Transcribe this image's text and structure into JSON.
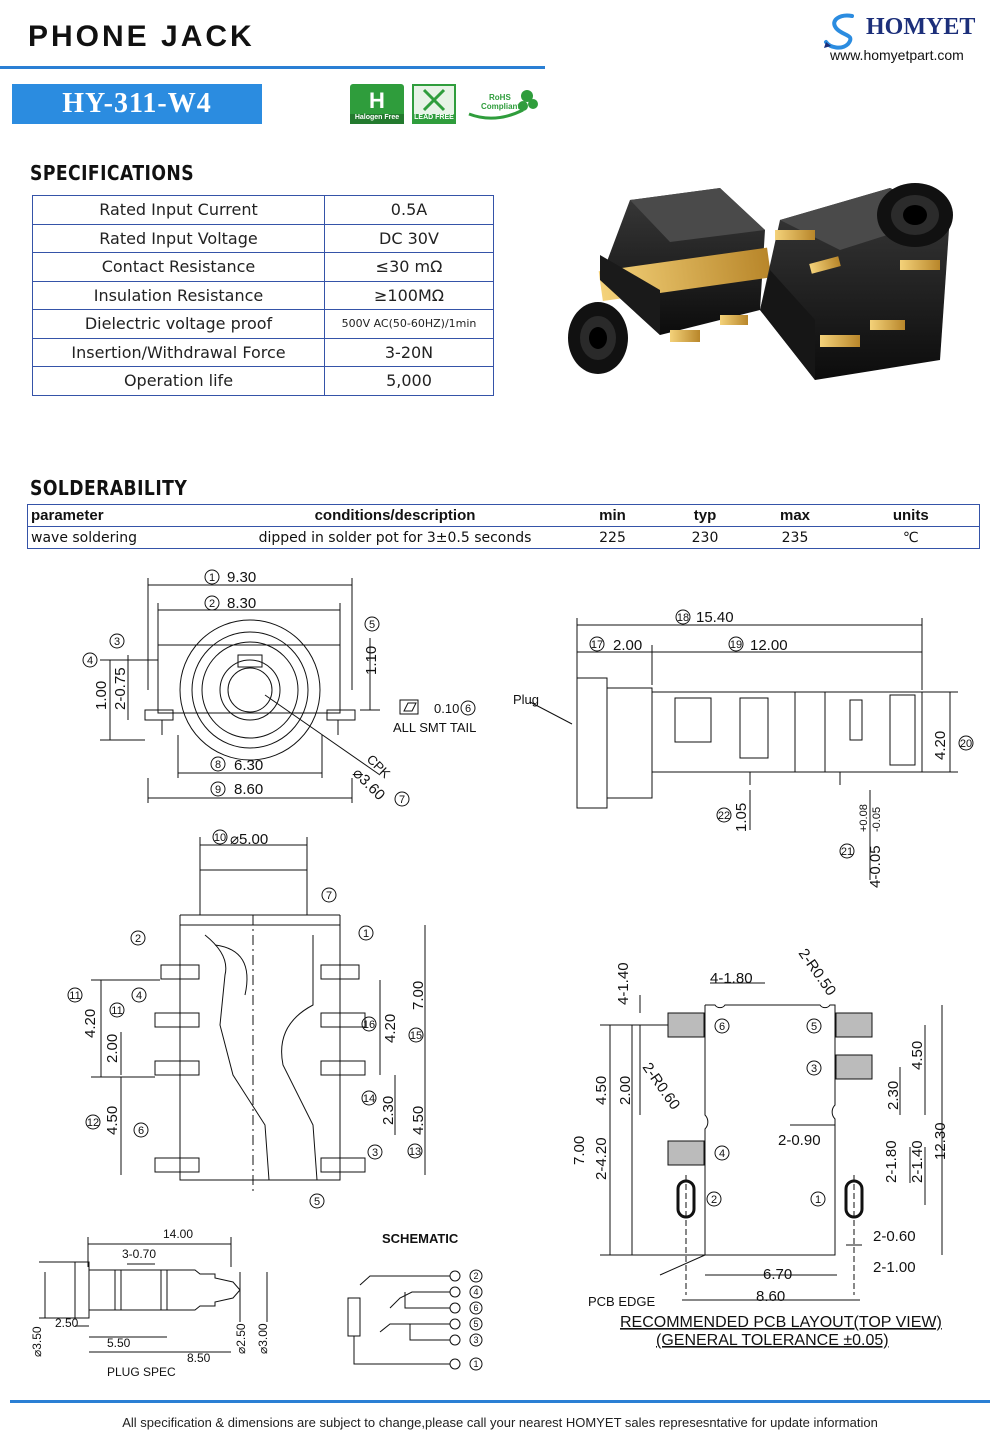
{
  "header": {
    "title": "PHONE  JACK",
    "brand": "HOMYET",
    "website": "www.homyetpart.com",
    "model": "HY-311-W4",
    "certs": {
      "halogen": "Halogen Free",
      "lead": "LEAD FREE",
      "rohs_top": "RoHS",
      "rohs_bottom": "Compliant"
    }
  },
  "specifications": {
    "heading": "SPECIFICATIONS",
    "rows": [
      {
        "param": "Rated Input Current",
        "value": "0.5A"
      },
      {
        "param": "Rated Input Voltage",
        "value": "DC  30V"
      },
      {
        "param": "Contact Resistance",
        "value": "≤30  mΩ"
      },
      {
        "param": "Insulation Resistance",
        "value": "≥100MΩ"
      },
      {
        "param": "Dielectric voltage proof",
        "value": "500V AC(50-60HZ)/1min"
      },
      {
        "param": "Insertion/Withdrawal Force",
        "value": "3-20N"
      },
      {
        "param": "Operation life",
        "value": "5,000"
      }
    ]
  },
  "solderability": {
    "heading": "SOLDERABILITY",
    "columns": [
      "parameter",
      "conditions/description",
      "min",
      "typ",
      "max",
      "units"
    ],
    "rows": [
      {
        "parameter": "wave soldering",
        "conditions": "dipped in solder pot for 3±0.5 seconds",
        "min": "225",
        "typ": "230",
        "max": "235",
        "units": "℃"
      }
    ]
  },
  "front_view": {
    "d1": "9.30",
    "d2": "8.30",
    "n3": "3",
    "n4": "4",
    "d5": "1.10",
    "v100": "1.00",
    "v275": "2-0.75",
    "flat_val": "0.10",
    "n6": "6",
    "smt": "ALL SMT TAIL",
    "d8": "6.30",
    "d9": "8.60",
    "cpk": "CPK",
    "dia": "⌀3.60",
    "n7": "7"
  },
  "side_view": {
    "d18": "15.40",
    "d17": "2.00",
    "d19": "12.00",
    "plug": "Plug",
    "d20": "4.20",
    "d22": "1.05",
    "tol_up": "+0.08",
    "tol_dn": "-0.05",
    "d21": "4-0.05"
  },
  "top_view": {
    "d10": "⌀5.00",
    "v420a": "4.20",
    "v200": "2.00",
    "v450a": "4.50",
    "v700": "7.00",
    "v420b": "4.20",
    "v230": "2.30",
    "v450b": "4.50",
    "c1": "1",
    "c2": "2",
    "c4": "4",
    "c6": "6",
    "c7": "7",
    "c11a": "11",
    "c11b": "11",
    "c12": "12",
    "c16": "16",
    "c15": "15",
    "c14": "14",
    "c3": "3",
    "c13": "13",
    "c5": "5"
  },
  "plug_spec": {
    "d1400": "14.00",
    "d370": "3-0.70",
    "d250": "2.50",
    "d550": "5.50",
    "d850": "8.50",
    "dia350": "⌀3.50",
    "dia250": "⌀2.50",
    "dia300": "⌀3.00",
    "label": "PLUG SPEC"
  },
  "schematic": {
    "label": "SCHEMATIC",
    "pins": [
      "2",
      "4",
      "6",
      "5",
      "3",
      "1"
    ]
  },
  "pcb_layout": {
    "d4_140": "4-1.40",
    "d4_180": "4-1.80",
    "d2r050": "2-R0.50",
    "d2r060": "2-R0.60",
    "v450l": "4.50",
    "v200l": "2.00",
    "v700l": "7.00",
    "v2_420": "2-4.20",
    "v230r": "2.30",
    "v450r": "4.50",
    "v1230": "12.30",
    "d2_090": "2-0.90",
    "d2_180": "2-1.80",
    "d2_140": "2-1.40",
    "d2_060": "2-0.60",
    "d2_100": "2-1.00",
    "d670": "6.70",
    "d860": "8.60",
    "pcb_edge": "PCB EDGE",
    "p6": "6",
    "p5": "5",
    "p3": "3",
    "p4": "4",
    "p2": "2",
    "p1": "1",
    "caption1": "RECOMMENDED PCB LAYOUT(TOP VIEW)",
    "caption2": "(GENERAL TOLERANCE  ±0.05)"
  },
  "footer": "All specification & dimensions are subject to change,please call your nearest HOMYET sales represesntative for update information"
}
